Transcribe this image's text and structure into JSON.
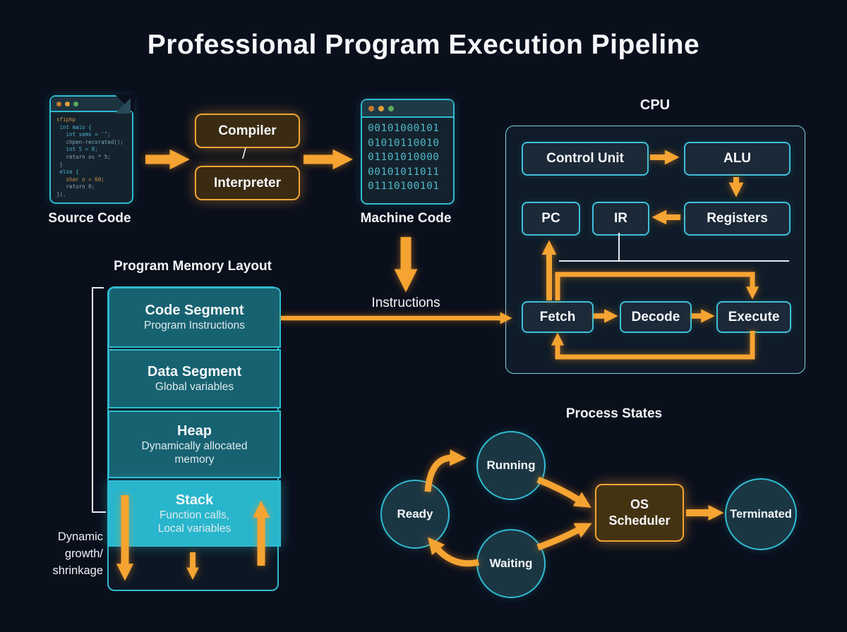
{
  "title": "Professional Program Execution Pipeline",
  "colors": {
    "background": "#0a0f1c",
    "accent_orange": "#f5a431",
    "cyan_border": "#2fbcd2",
    "stack_fill": "#28b6cc",
    "segment_fill": "#176271",
    "box_fill": "#1b2938"
  },
  "source_code": {
    "label": "Source Code",
    "lines": [
      "sfiphp",
      " int maio {",
      "   int sems = '\";",
      "   chpen-recorated();",
      "   int 5 = 8;",
      "   return os * 5;",
      " }",
      " else {",
      "   shar n = 60;",
      "   return 0;",
      "})."
    ]
  },
  "pipeline": {
    "compiler": "Compiler",
    "separator": "/",
    "interpreter": "Interpreter"
  },
  "machine_code": {
    "label": "Machine Code",
    "lines": [
      "00101000101",
      "01010110010",
      "01101010000",
      "00101011011",
      "01110100101"
    ]
  },
  "instructions_label": "Instructions",
  "cpu": {
    "label": "CPU",
    "control_unit": "Control Unit",
    "alu": "ALU",
    "pc": "PC",
    "ir": "IR",
    "registers": "Registers",
    "fetch": "Fetch",
    "decode": "Decode",
    "execute": "Execute"
  },
  "memory": {
    "title": "Program Memory Layout",
    "segments": [
      {
        "name": "Code Segment",
        "desc": "Program Instructions"
      },
      {
        "name": "Data Segment",
        "desc": "Global variables"
      },
      {
        "name": "Heap",
        "desc": "Dynamically allocated\nmemory"
      },
      {
        "name": "Stack",
        "desc": "Function calls,\nLocal variables"
      }
    ],
    "dynamic_label": "Dynamic\ngrowth/\nshrinkage"
  },
  "process": {
    "title": "Process States",
    "ready": "Ready",
    "running": "Running",
    "waiting": "Waiting",
    "scheduler": "OS Scheduler",
    "terminated": "Terminated"
  }
}
